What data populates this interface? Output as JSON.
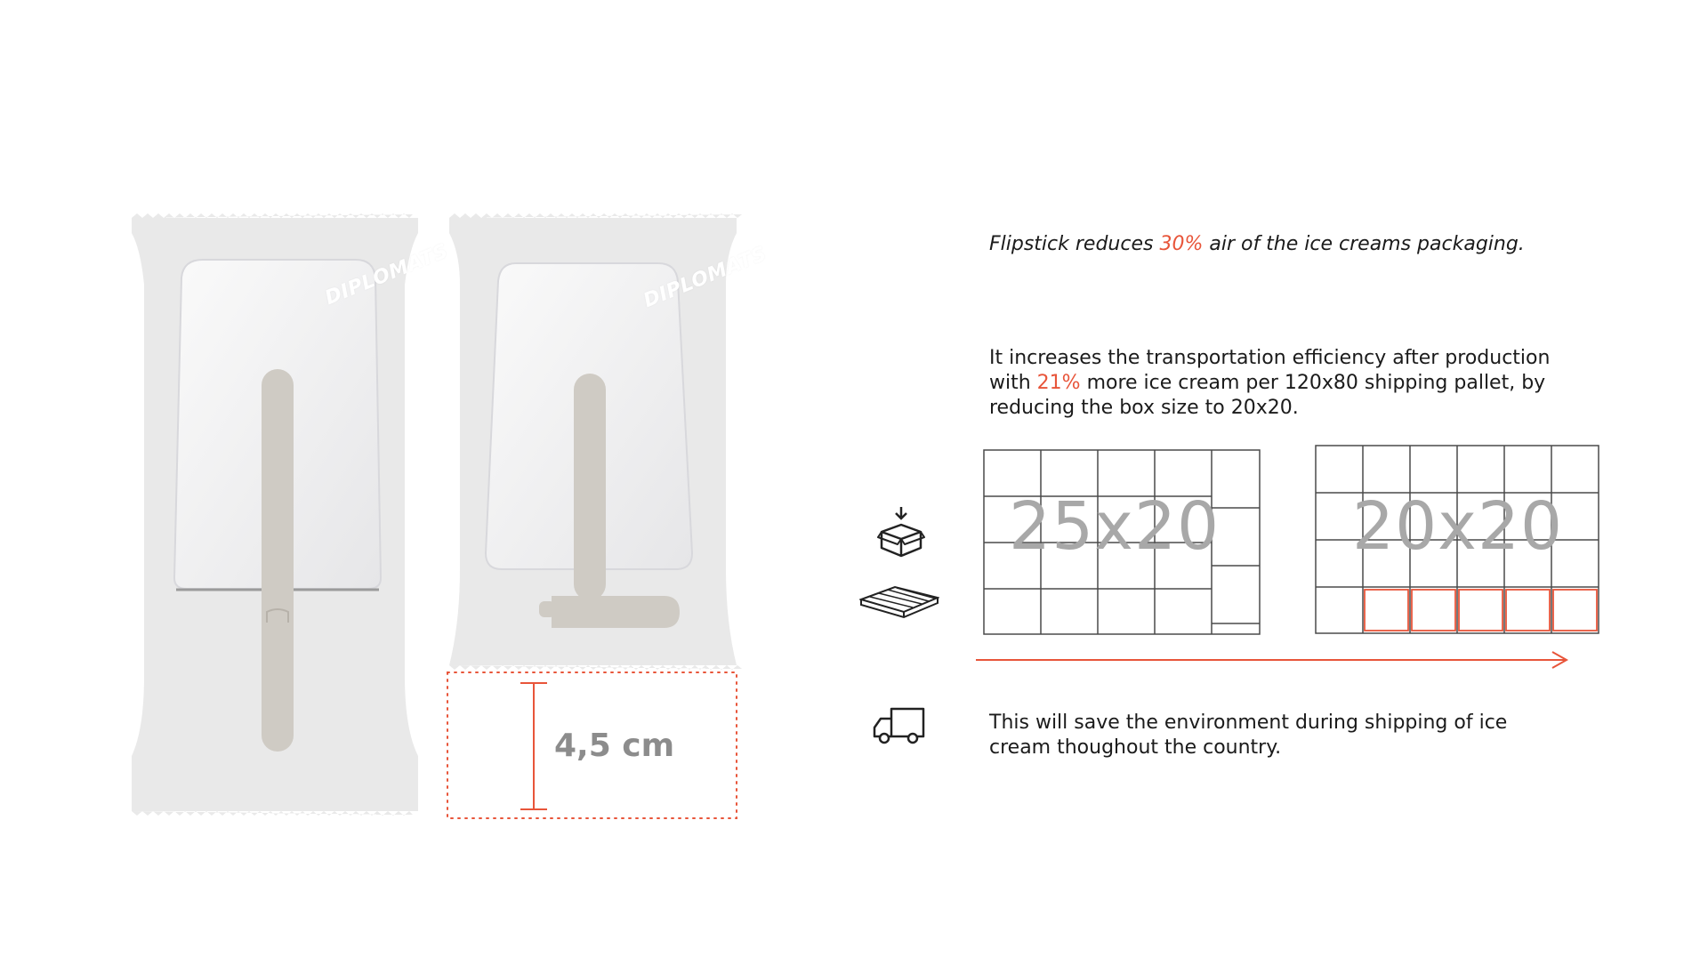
{
  "colors": {
    "accent": "#e8553a",
    "wrapper": "#e9e9e9",
    "stick": "#cfcbc4",
    "grid_line": "#4a4a4a",
    "dim_label": "#8c8c8c"
  },
  "packaging": {
    "brand_left": "DIPLOMATS",
    "brand_right": "DIPLOMATS",
    "height_difference_label": "4,5 cm"
  },
  "statements": {
    "air_reduction": {
      "prefix": "Flipstick reduces ",
      "highlight": "30%",
      "suffix": " air of the ice creams packaging."
    },
    "transport": {
      "line1": "It increases the transportation efficiency after production",
      "line2_prefix": "with ",
      "line2_highlight": "21%",
      "line2_suffix": " more ice cream per 120x80 shipping pallet, by",
      "line3": "reducing the box size to 20x20."
    },
    "environment": {
      "line1": "This will save the environment during shipping of ice",
      "line2": "cream thoughout the country."
    }
  },
  "pallets": {
    "old_box_label": "25x20",
    "new_box_label": "20x20"
  },
  "icons": [
    "box-icon",
    "pallet-icon",
    "truck-icon",
    "arrow-right-icon"
  ]
}
